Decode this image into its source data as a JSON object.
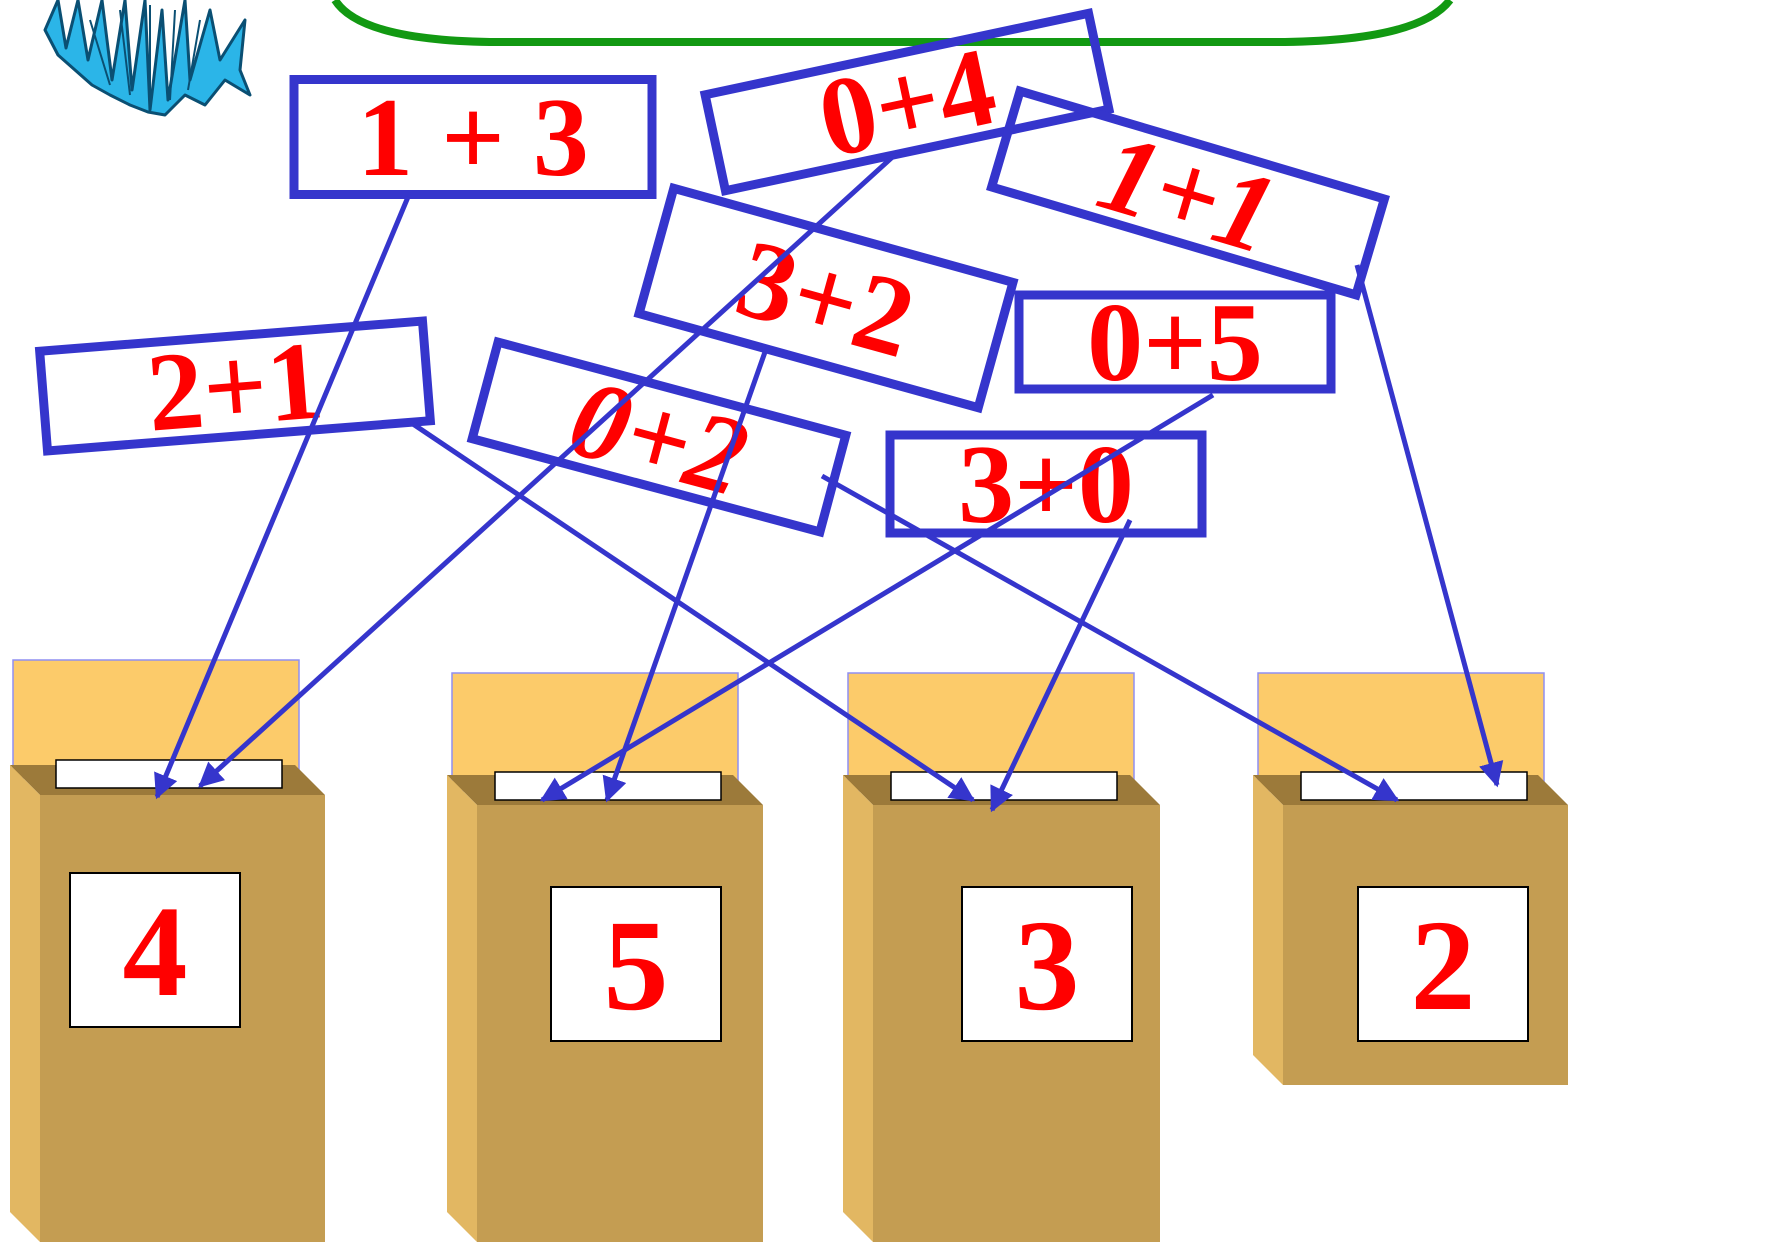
{
  "expressions": [
    {
      "id": "1-plus-3",
      "text": "1 + 3",
      "italic": false
    },
    {
      "id": "0-plus-4",
      "text": "0+4",
      "italic": false
    },
    {
      "id": "1-plus-1",
      "text": "1+1",
      "italic": true
    },
    {
      "id": "3-plus-2",
      "text": "3+2",
      "italic": false
    },
    {
      "id": "0-plus-5",
      "text": "0+5",
      "italic": false
    },
    {
      "id": "2-plus-1",
      "text": "2+1",
      "italic": false
    },
    {
      "id": "0-plus-2",
      "text": "0+2",
      "italic": true
    },
    {
      "id": "3-plus-0",
      "text": "3+0",
      "italic": false
    }
  ],
  "boxes": [
    {
      "id": "4",
      "label": "4"
    },
    {
      "id": "5",
      "label": "5"
    },
    {
      "id": "3",
      "label": "3"
    },
    {
      "id": "2",
      "label": "2"
    }
  ],
  "connections": [
    {
      "from": "1-plus-3",
      "to": "4"
    },
    {
      "from": "0-plus-4",
      "to": "4"
    },
    {
      "from": "1-plus-1",
      "to": "2"
    },
    {
      "from": "3-plus-2",
      "to": "5"
    },
    {
      "from": "0-plus-5",
      "to": "5"
    },
    {
      "from": "2-plus-1",
      "to": "3"
    },
    {
      "from": "0-plus-2",
      "to": "2"
    },
    {
      "from": "3-plus-0",
      "to": "3"
    }
  ],
  "colors": {
    "expression_text": "#ff0000",
    "frame_border": "#3535cc",
    "arrow": "#3535cc",
    "speech_bubble_border": "#129912",
    "box_lid": "#fccb6a",
    "box_front": "#c49d52",
    "box_side": "#e2b762",
    "box_top": "#9c7a3a",
    "slot": "#ffffff"
  }
}
